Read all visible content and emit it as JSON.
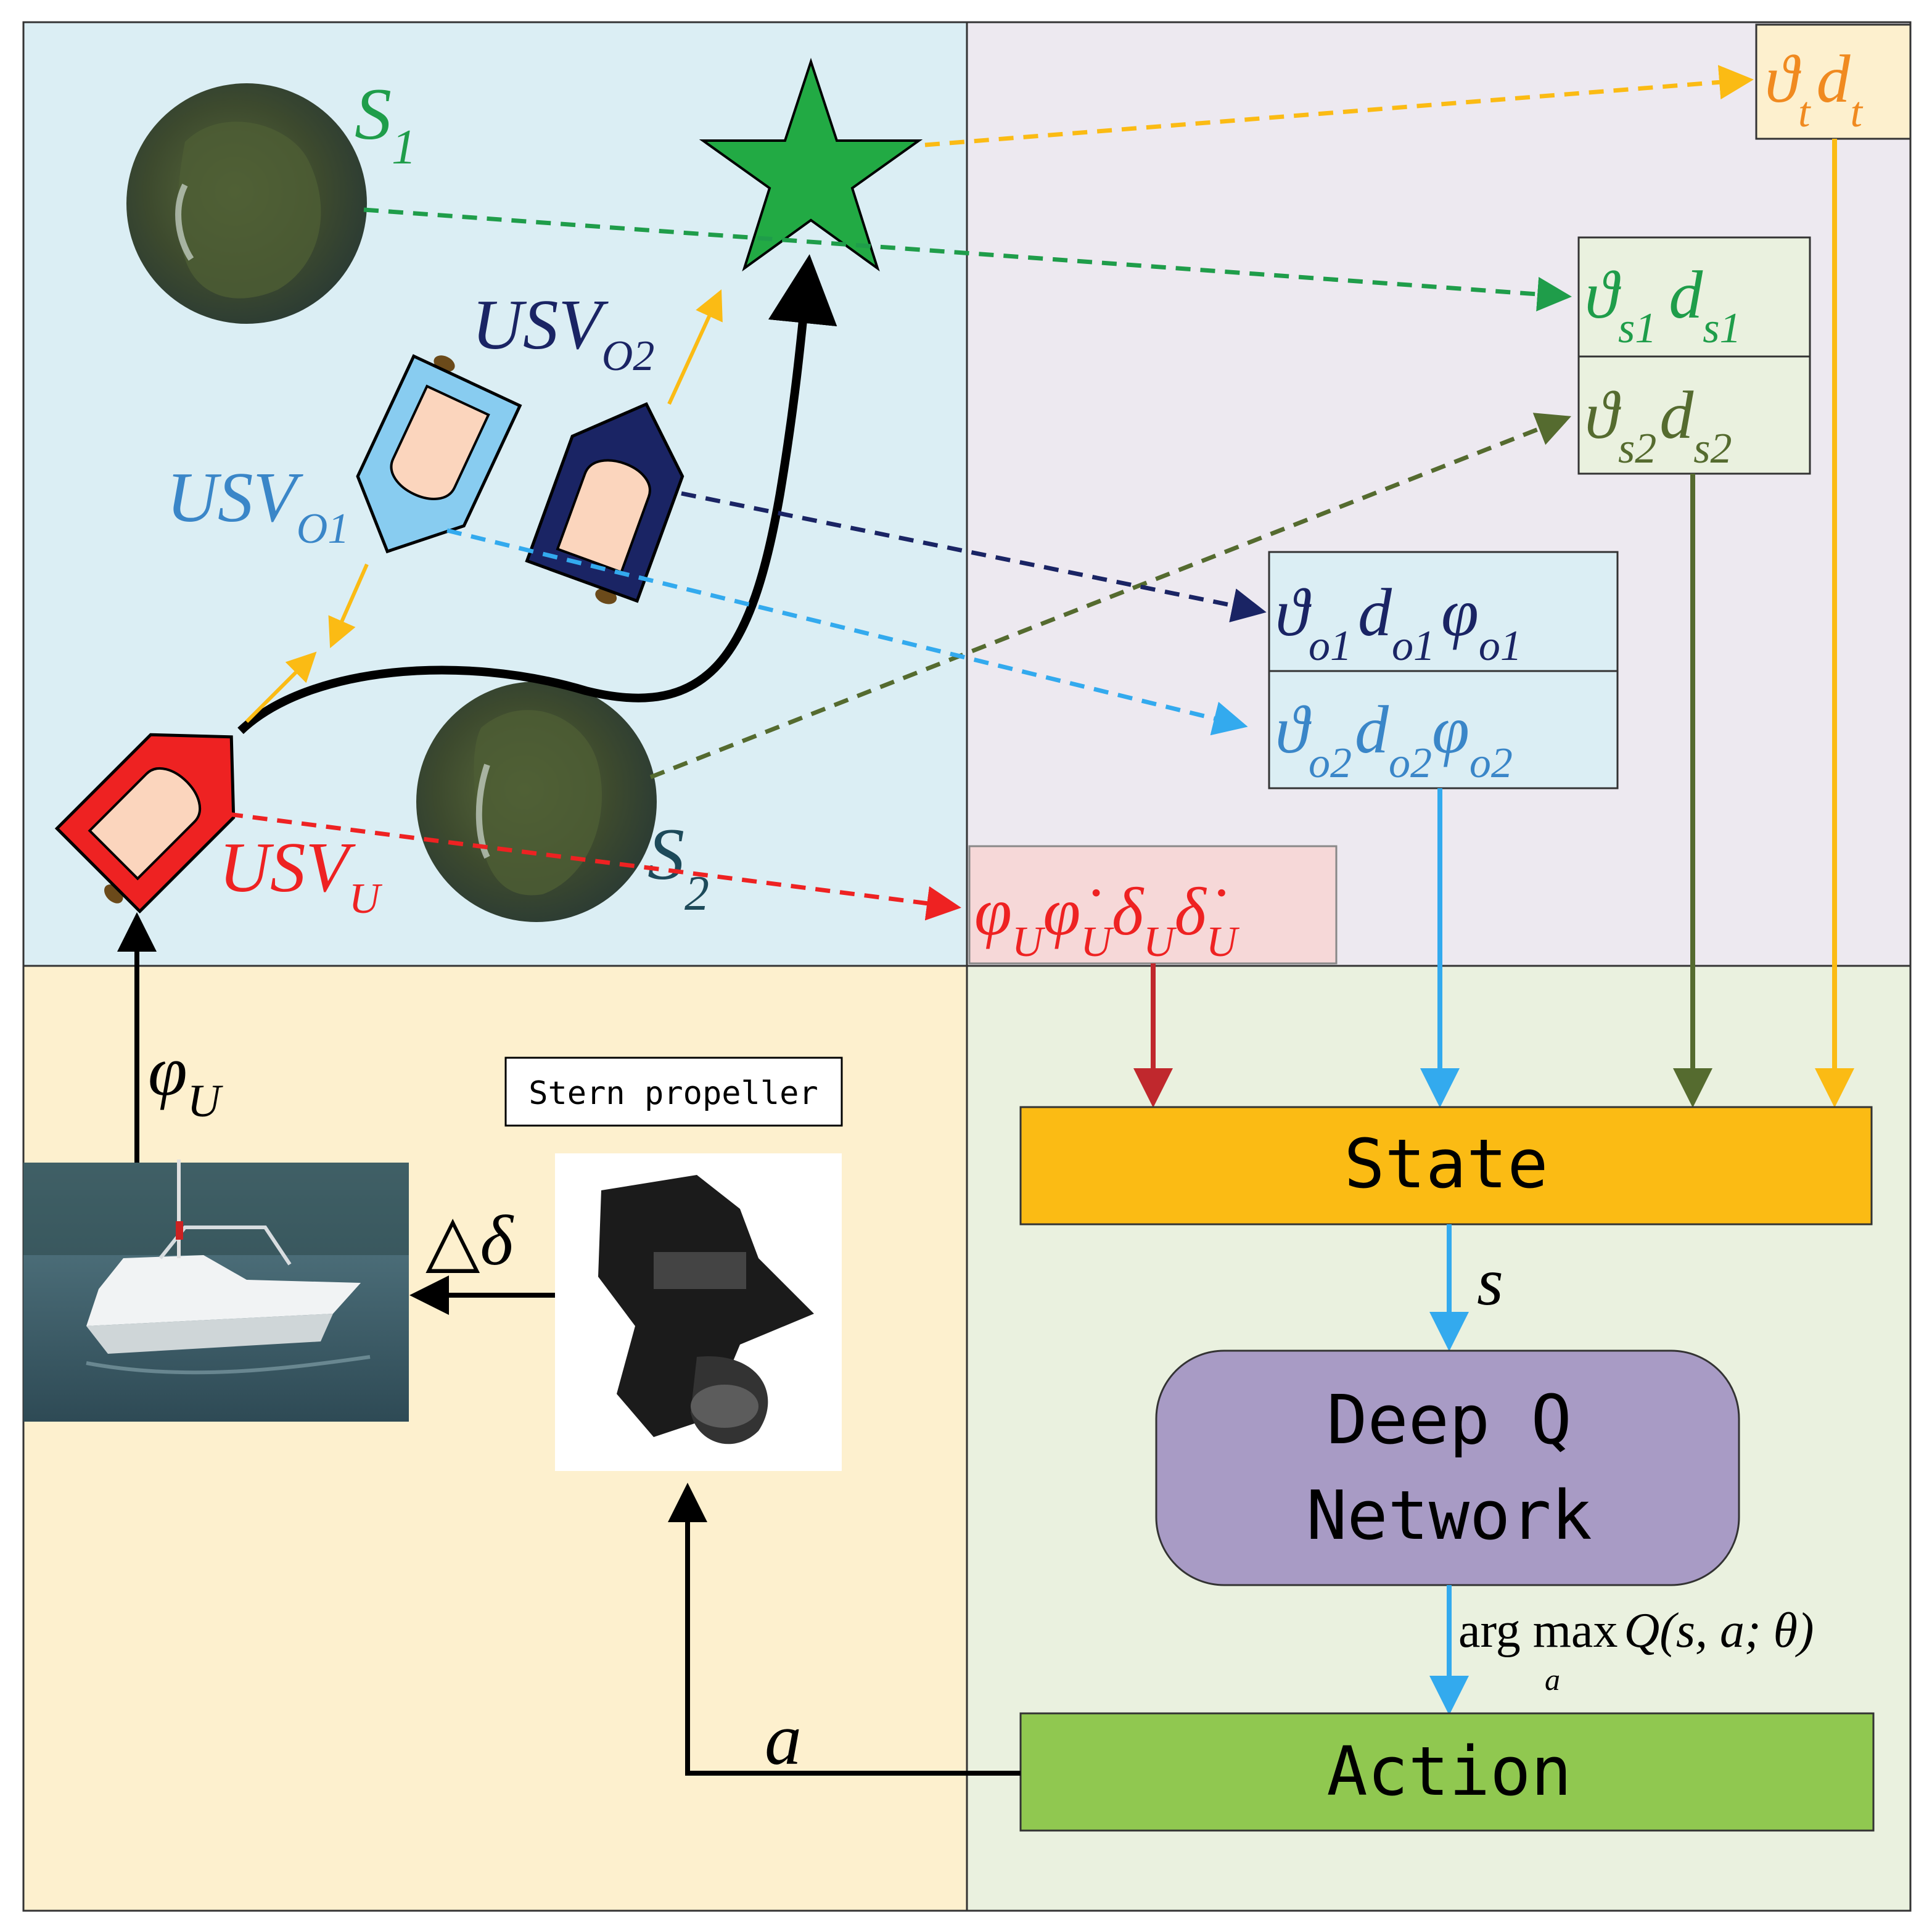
{
  "colors": {
    "map_bg": "#dbeef4",
    "state_panel_bg": "#ede9f0",
    "actuator_bg": "#fdf0ce",
    "dqn_panel_bg": "#eaf1df",
    "target": "#22aa44",
    "own_ship": "#ee2222",
    "obstacle_ship_1": "#88ccf0",
    "obstacle_ship_2": "#1a2464",
    "arrow_target": "#fbbb14",
    "arrow_s1": "#1f9d4a",
    "arrow_s2": "#556b2f",
    "arrow_o1": "#1a2464",
    "arrow_o2": "#33aaee",
    "arrow_own": "#ee2222",
    "state_box": "#fbbb14",
    "dqn_box": "#a89bc5",
    "action_box": "#90c850"
  },
  "map": {
    "island_1_label": {
      "base": "S",
      "sub": "1"
    },
    "island_2_label": {
      "base": "S",
      "sub": "2"
    },
    "usv_o1_label": {
      "base": "USV",
      "sub": "O1"
    },
    "usv_o2_label": {
      "base": "USV",
      "sub": "O2"
    },
    "usv_u_label": {
      "base": "USV",
      "sub": "U"
    },
    "target_icon": "star-icon"
  },
  "state_vars": {
    "target": {
      "a": "ϑ",
      "a_sub": "t",
      "b": "d",
      "b_sub": "t"
    },
    "s1": {
      "a": "ϑ",
      "a_sub": "s1",
      "b": "d",
      "b_sub": "s1"
    },
    "s2": {
      "a": "ϑ",
      "a_sub": "s2",
      "b": "d",
      "b_sub": "s2"
    },
    "o1": {
      "a": "ϑ",
      "a_sub": "o1",
      "b": "d",
      "b_sub": "o1",
      "c": "φ",
      "c_sub": "o1"
    },
    "o2": {
      "a": "ϑ",
      "a_sub": "o2",
      "b": "d",
      "b_sub": "o2",
      "c": "φ",
      "c_sub": "o2"
    },
    "own": {
      "a": "φ",
      "a_sub": "U",
      "b": "φ̇",
      "b_sub": "U",
      "c": "δ",
      "c_sub": "U",
      "d": "δ̇",
      "d_sub": "U"
    }
  },
  "actuator": {
    "propeller_label": "Stern propeller",
    "heading_label": {
      "base": "φ",
      "sub": "U"
    },
    "delta_label": "△δ",
    "action_arrow_label": "a"
  },
  "dqn": {
    "state_label": "State",
    "s_label": "s",
    "network_label_1": "Deep Q",
    "network_label_2": "Network",
    "argmax_label": "arg max",
    "argmax_expr": "Q(s, a; θ)",
    "argmax_sub": "a",
    "action_label": "Action"
  }
}
